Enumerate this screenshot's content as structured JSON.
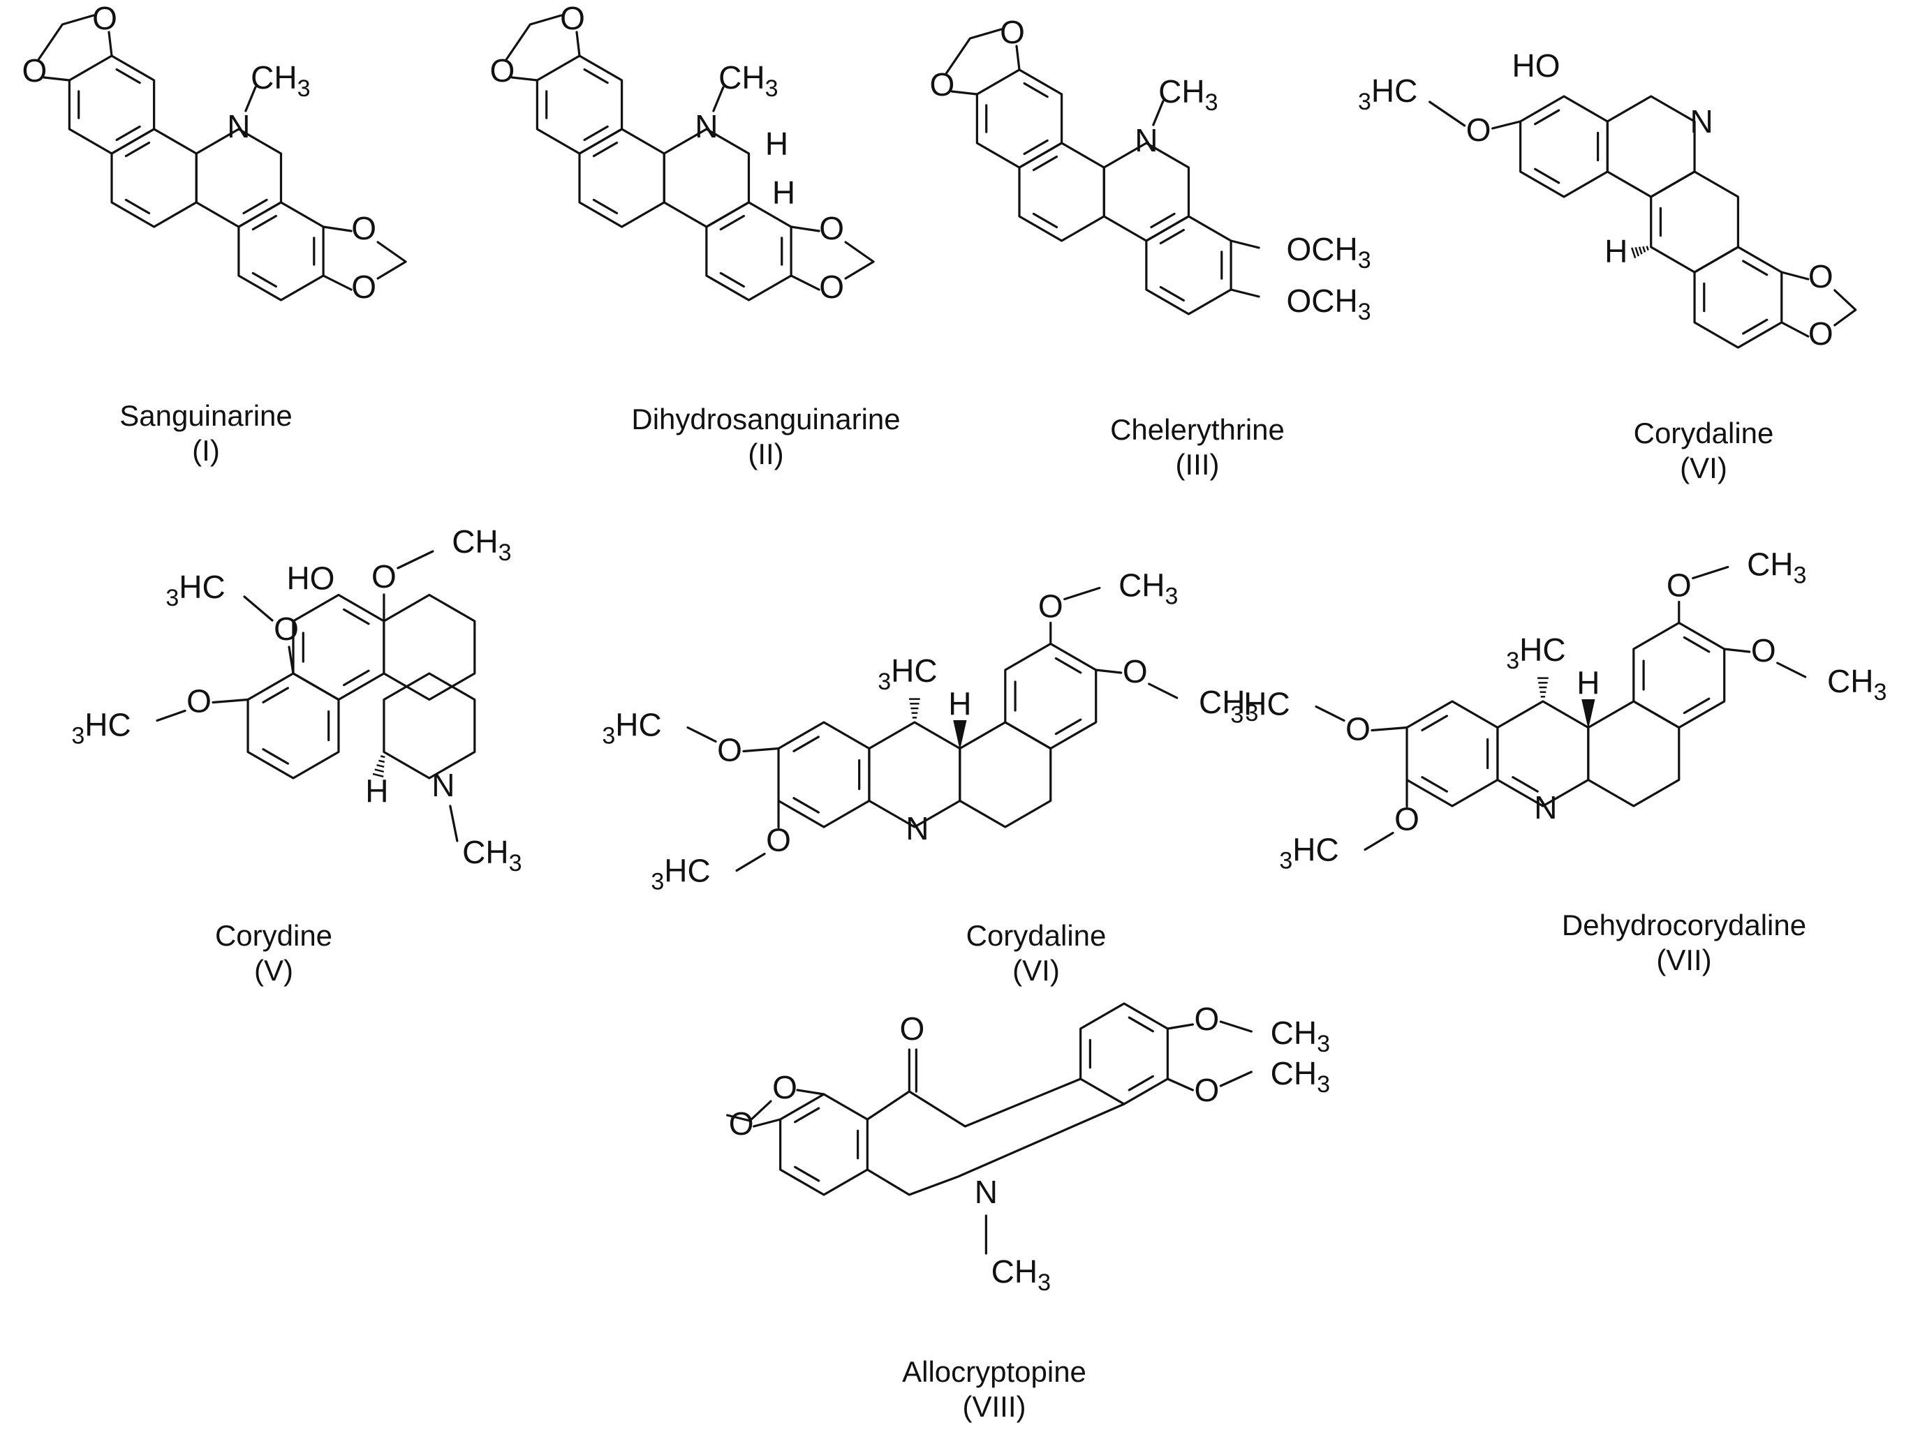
{
  "compounds": [
    {
      "id": "I",
      "name": "Sanguinarine",
      "number": "(I)"
    },
    {
      "id": "II",
      "name": "Dihydrosanguinarine",
      "number": "(II)"
    },
    {
      "id": "III",
      "name": "Chelerythrine",
      "number": "(III)"
    },
    {
      "id": "IV",
      "name": "Corydaline",
      "number": "(VI)"
    },
    {
      "id": "V",
      "name": "Corydine",
      "number": "(V)"
    },
    {
      "id": "VI",
      "name": "Corydaline",
      "number": "(VI)"
    },
    {
      "id": "VII",
      "name": "Dehydrocorydaline",
      "number": "(VII)"
    },
    {
      "id": "VIII",
      "name": "Allocryptopine",
      "number": "(VIII)"
    }
  ],
  "labels": {
    "ch3": "CH",
    "h3c": "HC",
    "sub3": "3",
    "pre3": "3",
    "och3": "OCH",
    "o": "O",
    "n": "N",
    "h": "H",
    "ho": "HO"
  },
  "colors": {
    "ink": "#111111",
    "background": "#ffffff"
  }
}
